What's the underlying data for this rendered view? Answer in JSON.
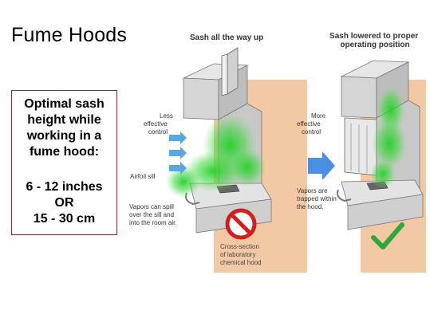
{
  "slide": {
    "title": "Fume Hoods",
    "note_lines": [
      "Optimal sash",
      "height while",
      "working in a",
      "fume hood:"
    ],
    "measure_lines": [
      "6 - 12 inches",
      "OR",
      "15 - 30 cm"
    ]
  },
  "diagram": {
    "left_panel_title": "Sash all the way up",
    "right_panel_title_lines": [
      "Sash lowered to proper",
      "operating position"
    ],
    "left_label_lines": [
      "Less",
      "effective",
      "control"
    ],
    "right_label_lines": [
      "More",
      "effective",
      "control"
    ],
    "airfoil_label": "Airfoil sill",
    "spill_label_lines": [
      "Vapors can spill",
      "over the sill and",
      "into the room air."
    ],
    "trapped_label_lines": [
      "Vapors are",
      "trapped within",
      "the hood."
    ],
    "caption_lines": [
      "Cross-section",
      "of laboratory",
      "chemical hood"
    ],
    "colors": {
      "hood_panel": "#f3c9a5",
      "vapor": "#2ecc2e",
      "no_symbol": "#d11f1f",
      "check": "#2ea83a",
      "arrow": "#4a90e2",
      "box_border": "#8b2a2a"
    }
  }
}
